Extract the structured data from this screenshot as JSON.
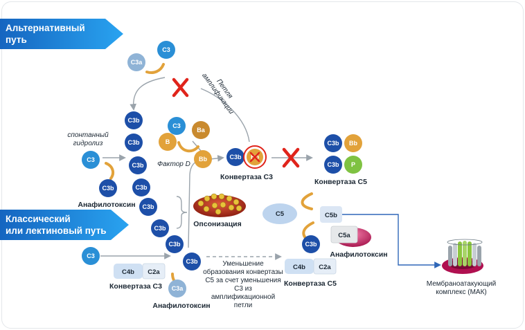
{
  "banners": {
    "alternative": [
      "Альтернативный",
      "путь"
    ],
    "classical": [
      "Классический",
      "или лектиновый путь"
    ]
  },
  "balls": {
    "c3": "C3",
    "c3a": "C3a",
    "c3b": "C3b",
    "b": "B",
    "ba": "Ba",
    "bb": "Bb",
    "p": "P",
    "c5b": "C5b",
    "c5": "C5",
    "c5a": "C5a"
  },
  "boxes": {
    "c4b": "C4b",
    "c2a": "C2a"
  },
  "labels": {
    "spontaneous": [
      "спонтанный",
      "гидролиз"
    ],
    "factor_d": "Фактор D",
    "loop": [
      "Петля",
      "амплификации"
    ],
    "anaphylatoxin": "Анафилотоксин",
    "opsonization": "Опсонизация",
    "convertase_c3": "Конвертаза C3",
    "convertase_c5": "Конвертаза C5",
    "reduction": [
      "Уменьшение",
      "образования конвертазы",
      "C5 за счет уменьшения",
      "C3 из",
      "амплификационной",
      "петли"
    ],
    "mac": [
      "Мембраноатакующий",
      "комплекс (МАК)"
    ]
  },
  "colors": {
    "blue_dark": "#1d4fa8",
    "blue_mid": "#2a8fd6",
    "blue_light": "#8fb3d6",
    "orange": "#e2a23a",
    "brown": "#c98a2e",
    "green": "#7fc242",
    "red_x": "#e0241b",
    "banner": "#1e88e5"
  }
}
